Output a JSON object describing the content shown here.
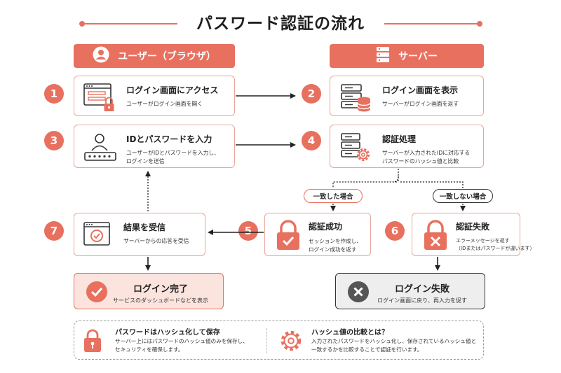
{
  "title": "パスワード認証の流れ",
  "columns": {
    "user": "ユーザー（ブラウザ）",
    "server": "サーバー"
  },
  "steps": {
    "s1": {
      "num": "1",
      "title": "ログイン画面にアクセス",
      "desc": "ユーザーがログイン画面を開く"
    },
    "s2": {
      "num": "2",
      "title": "ログイン画面を表示",
      "desc": "サーバーがログイン画面を返す"
    },
    "s3": {
      "num": "3",
      "title": "IDとパスワードを入力",
      "desc1": "ユーザーがIDとパスワードを入力し、",
      "desc2": "ログインを送信"
    },
    "s4": {
      "num": "4",
      "title": "認証処理",
      "desc1": "サーバーが入力されたIDに対応する",
      "desc2": "パスワードのハッシュ値と比較"
    },
    "s5": {
      "num": "5",
      "title": "認証成功",
      "desc1": "セッションを作成し、",
      "desc2": "ログイン成功を返す"
    },
    "s6": {
      "num": "6",
      "title": "認証失敗",
      "desc1": "エラーメッセージを返す",
      "desc2": "（IDまたはパスワードが違います）"
    },
    "s7": {
      "num": "7",
      "title": "結果を受信",
      "desc": "サーバーからの応答を受信"
    }
  },
  "branches": {
    "match": "一致した場合",
    "nomatch": "一致しない場合"
  },
  "results": {
    "success": {
      "title": "ログイン完了",
      "desc": "サービスのダッシュボードなどを表示"
    },
    "failure": {
      "title": "ログイン失敗",
      "desc": "ログイン画面に戻り、再入力を促す"
    }
  },
  "info": {
    "left": {
      "title": "パスワードはハッシュ化して保存",
      "desc1": "サーバー上にはパスワードのハッシュ値のみを保存し、",
      "desc2": "セキュリティを確保します。"
    },
    "right": {
      "title": "ハッシュ値の比較とは？",
      "desc1": "入力されたパスワードをハッシュ化し、保存されているハッシュ値と",
      "desc2": "一致するかを比較することで認証を行います。"
    }
  },
  "colors": {
    "accent": "#e8705f",
    "accent_light": "#fbe3de",
    "gray_bg": "#eeeeee",
    "dark": "#333333"
  },
  "icons": [
    "user-icon",
    "server-icon",
    "browser-lock-icon",
    "server-database-icon",
    "user-password-icon",
    "server-gear-icon",
    "padlock-check-icon",
    "padlock-x-icon",
    "browser-check-icon",
    "check-circle-icon",
    "x-circle-icon",
    "padlock-icon",
    "gear-icon"
  ]
}
